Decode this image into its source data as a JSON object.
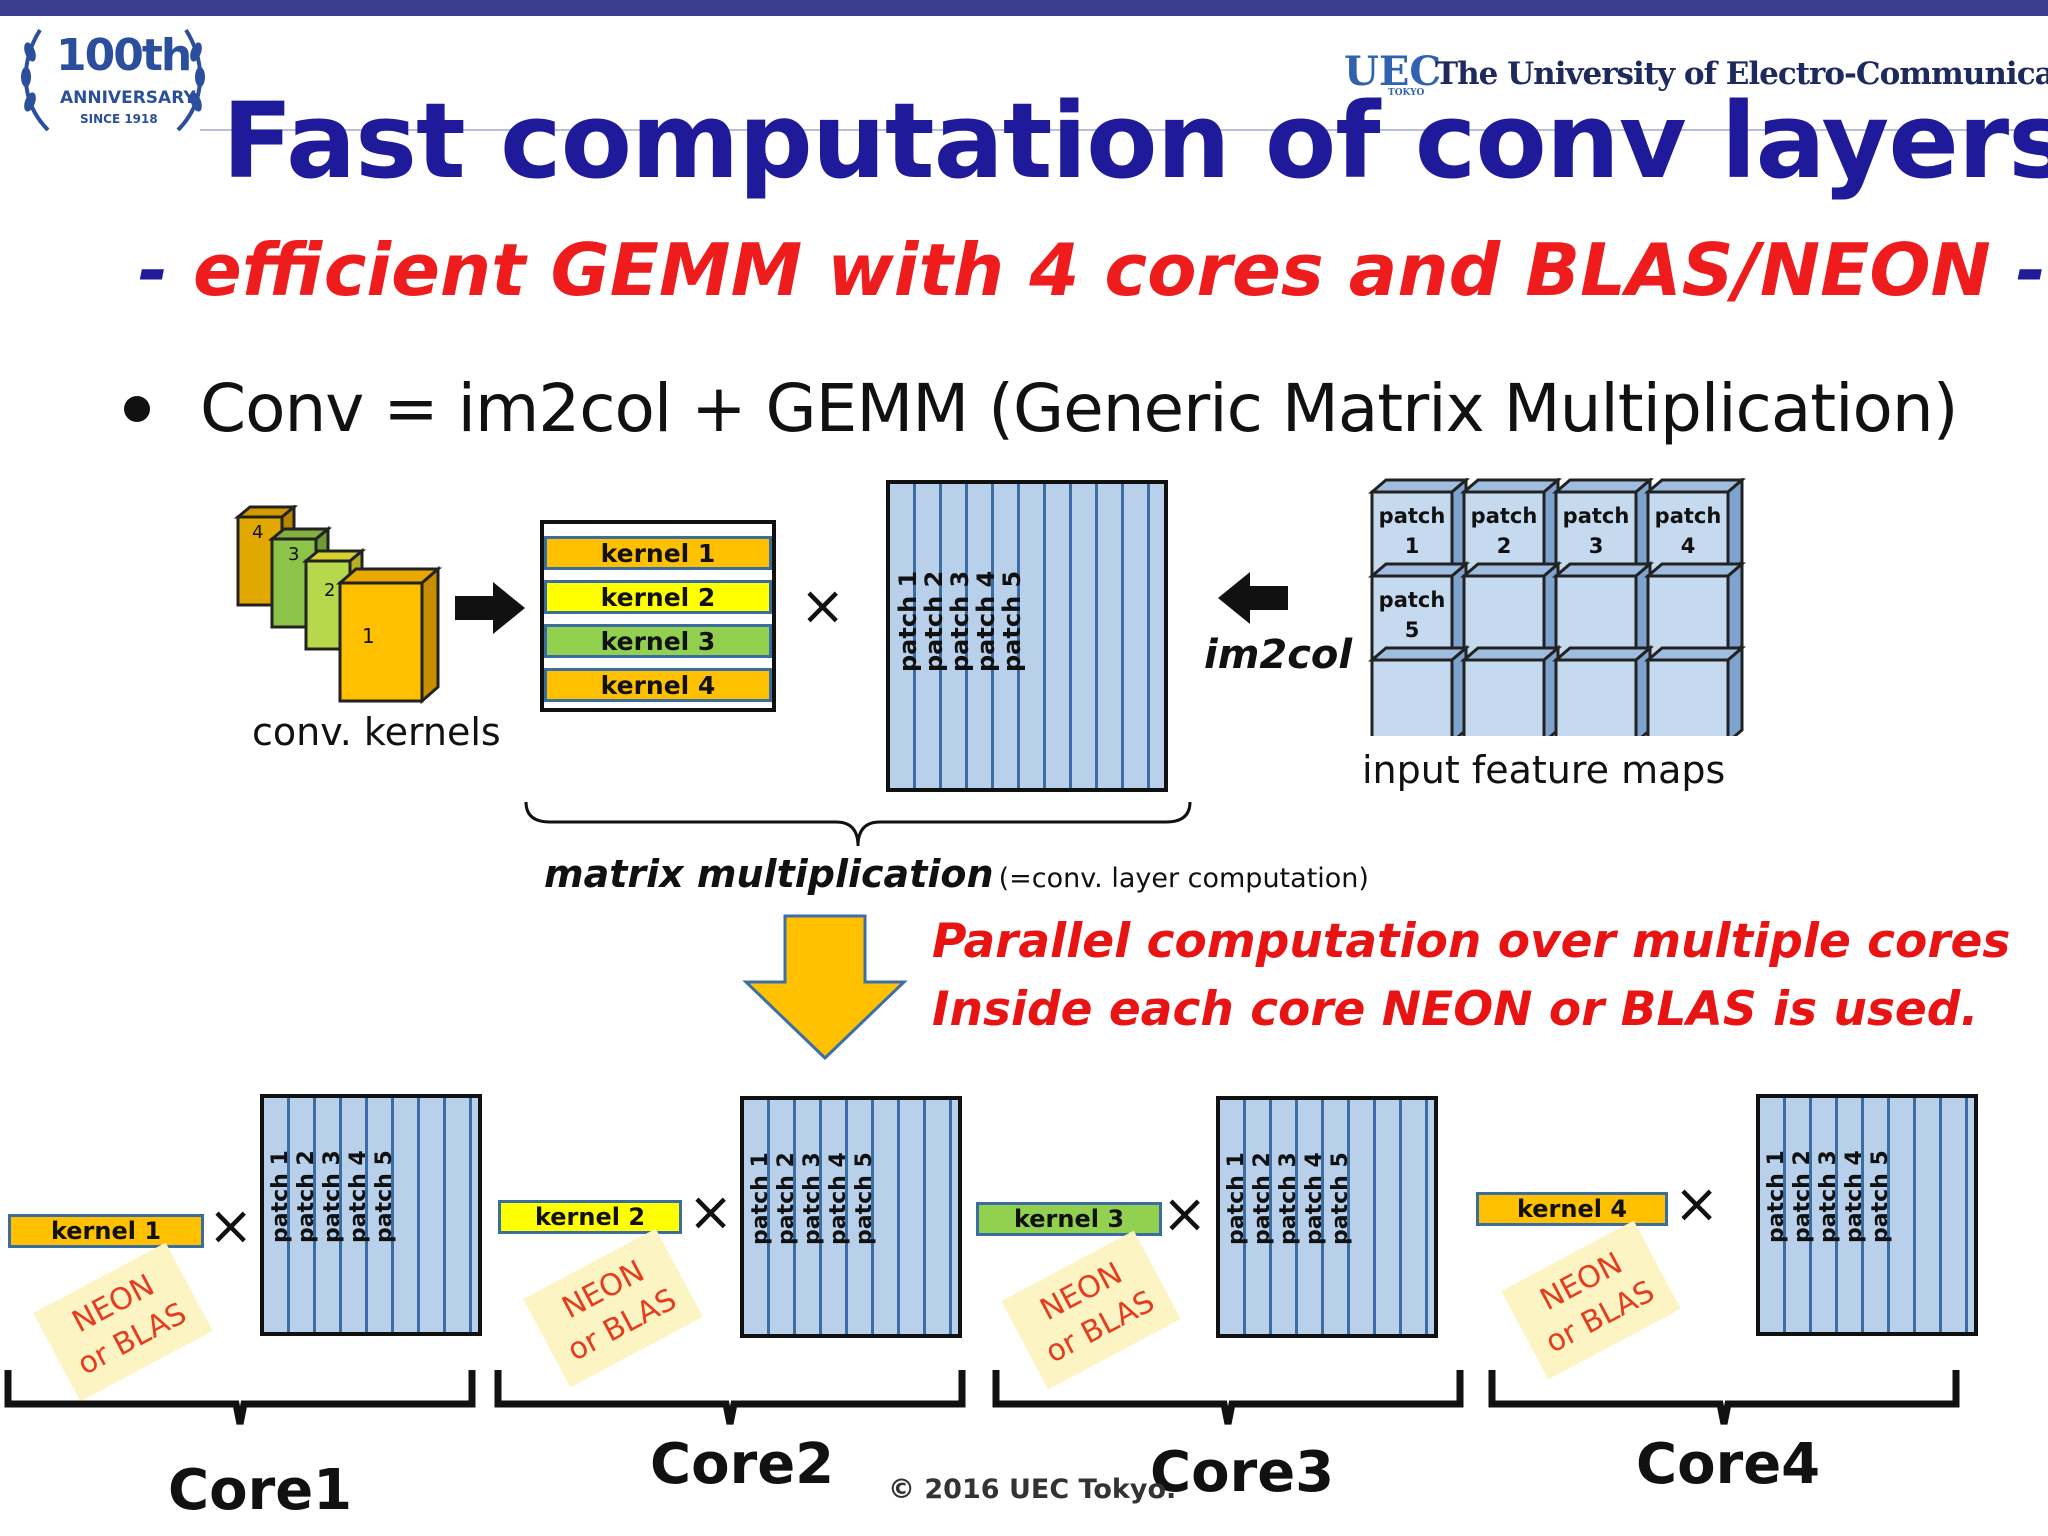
{
  "header": {
    "title": "Fast computation of conv layers",
    "subtitle_dash_left": "-",
    "subtitle": "efficient GEMM with 4 cores and BLAS/NEON",
    "subtitle_dash_right": "-",
    "uec_logo": "UEC",
    "uec_logo_sub": "TOKYO",
    "university": "The University of Electro-Communications",
    "anniversary": {
      "line1": "100th",
      "line2": "ANNIVERSARY",
      "line3": "SINCE 1918"
    }
  },
  "bullet": "Conv = im2col + GEMM (Generic Matrix Multiplication)",
  "diagram": {
    "kernel_numbers": [
      "4",
      "3",
      "2",
      "1"
    ],
    "conv_kernels_label": "conv. kernels",
    "kernel_rows": [
      {
        "label": "kernel 1",
        "color": "#ffc000"
      },
      {
        "label": "kernel 2",
        "color": "#ffff00"
      },
      {
        "label": "kernel 3",
        "color": "#92d050"
      },
      {
        "label": "kernel 4",
        "color": "#ffc000"
      }
    ],
    "times": "×",
    "patch_columns": [
      "patch 1",
      "patch 2",
      "patch 3",
      "patch 4",
      "patch 5"
    ],
    "im2col_label": "im2col",
    "input_patches": [
      {
        "word": "patch",
        "num": "1"
      },
      {
        "word": "patch",
        "num": "2"
      },
      {
        "word": "patch",
        "num": "3"
      },
      {
        "word": "patch",
        "num": "4"
      },
      {
        "word": "patch",
        "num": "5"
      }
    ],
    "input_label": "input feature maps",
    "matmul_label": "matrix multiplication",
    "matmul_note": "(=conv. layer computation)",
    "parallel_line1": "Parallel computation over multiple cores",
    "parallel_line2": "Inside each core NEON or BLAS is used.",
    "neon_line1": "NEON",
    "neon_line2": "or BLAS",
    "cores": [
      {
        "kernel": "kernel 1",
        "color": "#ffc000",
        "label": "Core1"
      },
      {
        "kernel": "kernel 2",
        "color": "#ffff00",
        "label": "Core2"
      },
      {
        "kernel": "kernel 3",
        "color": "#92d050",
        "label": "Core3"
      },
      {
        "kernel": "kernel 4",
        "color": "#ffc000",
        "label": "Core4"
      }
    ]
  },
  "footer": {
    "copyright": "© 2016 UEC Tokyo."
  }
}
